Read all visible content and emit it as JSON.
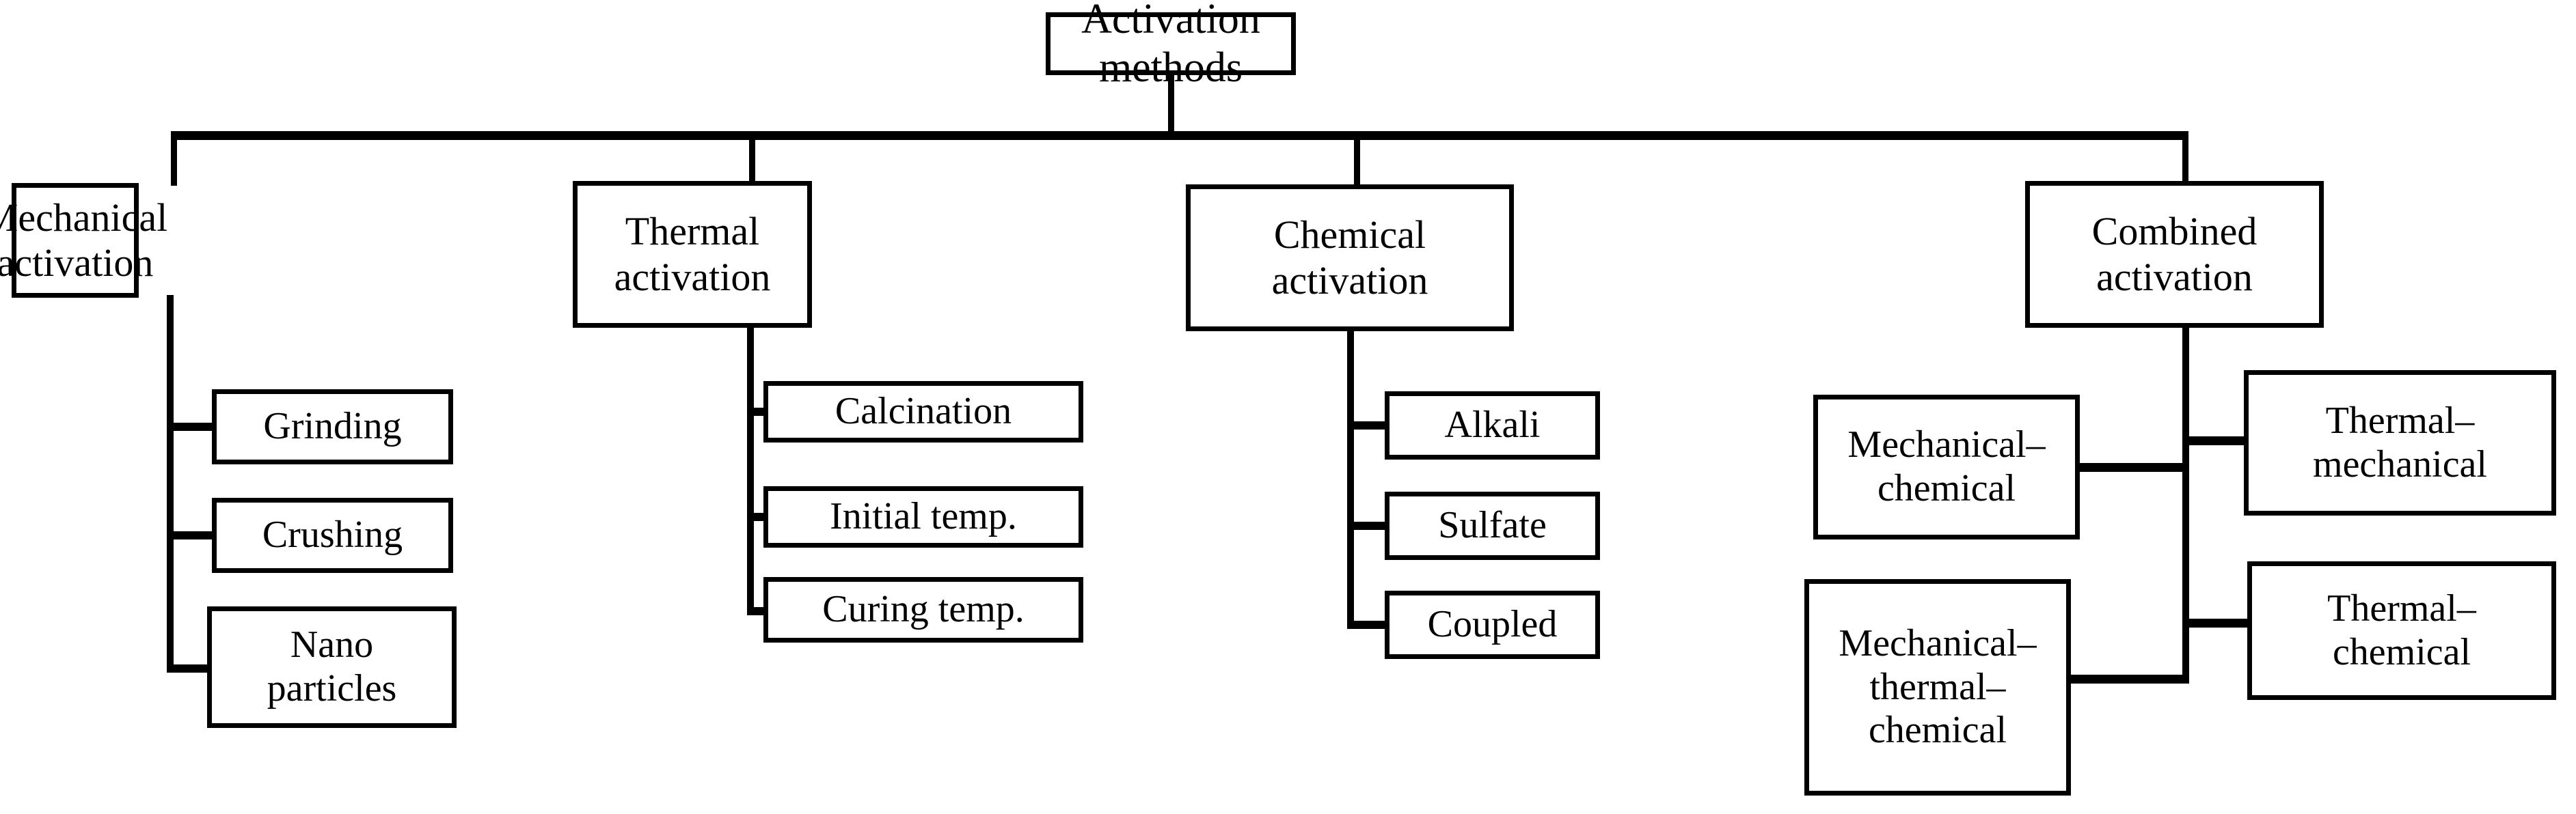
{
  "diagram": {
    "title": "Activation methods",
    "type": "hierarchy-tree",
    "orientation": "top-down",
    "root": {
      "label": "Activation methods"
    },
    "branches": [
      {
        "id": "mechanical",
        "label": "Mechanical\nactivation",
        "children": [
          {
            "id": "grinding",
            "label": "Grinding"
          },
          {
            "id": "crushing",
            "label": "Crushing"
          },
          {
            "id": "nano-particles",
            "label": "Nano\nparticles"
          }
        ]
      },
      {
        "id": "thermal",
        "label": "Thermal\nactivation",
        "children": [
          {
            "id": "calcination",
            "label": "Calcination"
          },
          {
            "id": "initial-temp",
            "label": "Initial temp."
          },
          {
            "id": "curing-temp",
            "label": "Curing temp."
          }
        ]
      },
      {
        "id": "chemical",
        "label": "Chemical\nactivation",
        "children": [
          {
            "id": "alkali",
            "label": "Alkali"
          },
          {
            "id": "sulfate",
            "label": "Sulfate"
          },
          {
            "id": "coupled",
            "label": "Coupled"
          }
        ]
      },
      {
        "id": "combined",
        "label": "Combined\nactivation",
        "children": [
          {
            "id": "mechanical-chemical",
            "label": "Mechanical–\nchemical",
            "side": "left"
          },
          {
            "id": "mechanical-thermal-chemical",
            "label": "Mechanical–\nthermal–\nchemical",
            "side": "left"
          },
          {
            "id": "thermal-mechanical",
            "label": "Thermal–\nmechanical",
            "side": "right"
          },
          {
            "id": "thermal-chemical",
            "label": "Thermal–\nchemical",
            "side": "right"
          }
        ]
      }
    ],
    "style": {
      "border_color": "#000000",
      "fill_color": "#ffffff",
      "line_color": "#000000",
      "background": "#ffffff"
    }
  }
}
